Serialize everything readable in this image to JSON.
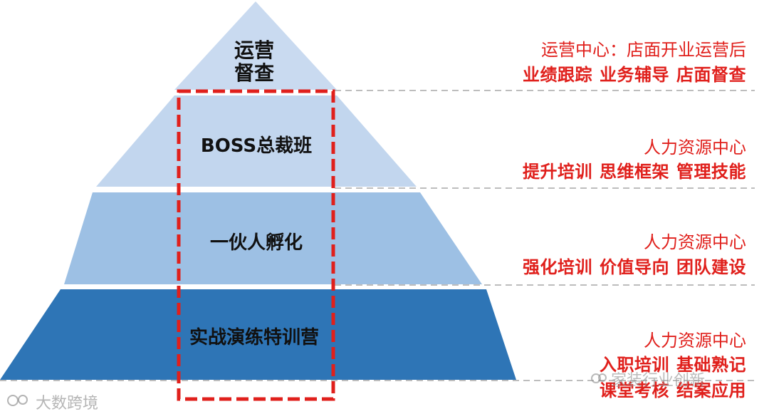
{
  "pyramid": {
    "levels": [
      {
        "label_lines": [
          "运营",
          "督查"
        ],
        "color": "#c9daf0"
      },
      {
        "label_lines": [
          "BOSS总裁班"
        ],
        "color": "#c2d6ee"
      },
      {
        "label_lines": [
          "一伙人孵化"
        ],
        "color": "#9dc0e4"
      },
      {
        "label_lines": [
          "实战演练特训营"
        ],
        "color": "#2e75b6"
      }
    ]
  },
  "descriptions": [
    {
      "title": "运营中心：店面开业运营后",
      "items": [
        "业绩跟踪",
        "业务辅导",
        "店面督查"
      ]
    },
    {
      "title": "人力资源中心",
      "items": [
        "提升培训",
        "思维框架",
        "管理技能"
      ]
    },
    {
      "title": "人力资源中心",
      "items": [
        "强化培训",
        "价值导向",
        "团队建设"
      ]
    },
    {
      "title": "人力资源中心",
      "items": [
        "入职培训",
        "基础熟记"
      ],
      "items2": [
        "课堂考核",
        "结案应用"
      ]
    }
  ],
  "colors": {
    "accent_red": "#e0201c",
    "dash_grey": "#bdbdbd",
    "highlight_border": "#e0201c"
  },
  "watermarks": {
    "left": "大数跨境",
    "right": "家装行业创新"
  }
}
